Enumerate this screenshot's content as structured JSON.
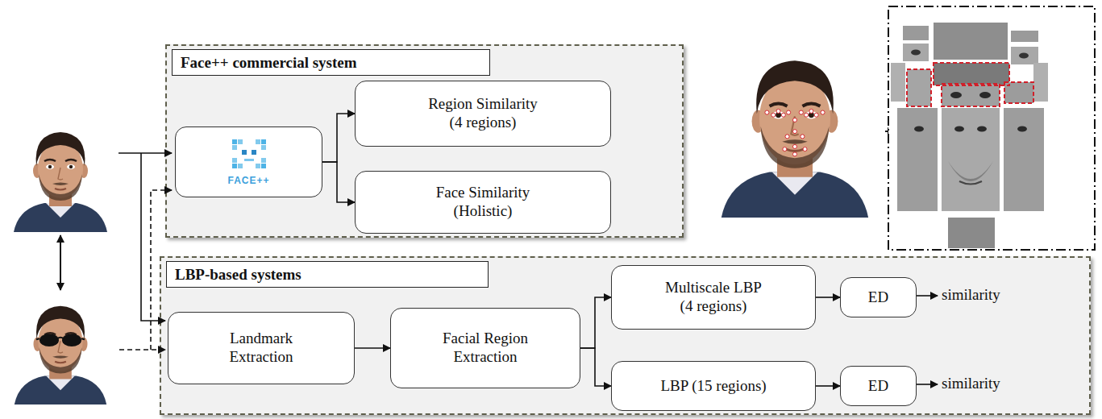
{
  "diagram": {
    "nodes": [
      {
        "text": [
          "Face++ commercial system"
        ]
      },
      {
        "text": [
          "FACE++"
        ],
        "in": 0
      },
      {
        "text": [
          "Region Similarity (4 regions)"
        ],
        "in": 0
      },
      {
        "text": [
          "Face Similarity (Holistic)"
        ],
        "in": 0
      },
      {
        "text": [
          "LBP-based systems"
        ]
      },
      {
        "text": [
          "Landmark Extraction"
        ],
        "in": 4
      },
      {
        "text": [
          "Facial Region Extraction"
        ],
        "in": 4
      },
      {
        "text": [
          "Multiscale LBP (4 regions)"
        ],
        "in": 4
      },
      {
        "text": [
          "LBP (15 regions)"
        ],
        "in": 4
      },
      {
        "text": [
          "ED"
        ],
        "in": 4
      },
      {
        "text": [
          "ED"
        ],
        "in": 4
      }
    ],
    "edges": [
      {
        "from": 1,
        "to": 2,
        "arrow": "to"
      },
      {
        "from": 1,
        "to": 3,
        "arrow": "to"
      },
      {
        "from": 5,
        "to": 6,
        "arrow": "to"
      },
      {
        "from": 6,
        "to": 7,
        "arrow": "to"
      },
      {
        "from": 6,
        "to": 8,
        "arrow": "to"
      },
      {
        "from": 7,
        "to": 9,
        "arrow": "to"
      },
      {
        "from": 8,
        "to": 10,
        "arrow": "to"
      }
    ],
    "labels": [
      "similarity",
      "similarity"
    ]
  }
}
